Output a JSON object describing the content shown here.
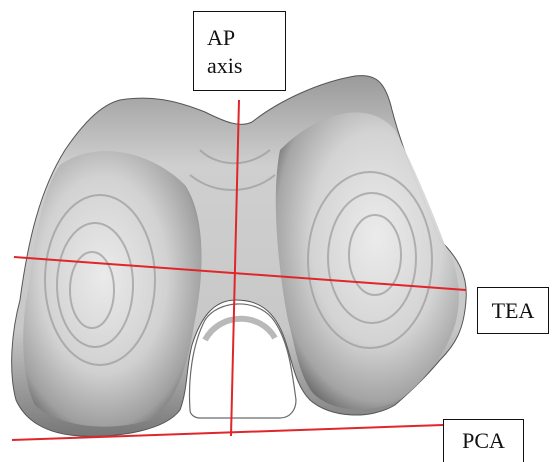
{
  "labels": {
    "ap_axis_line1": "AP",
    "ap_axis_line2": "axis",
    "tea": "TEA",
    "pca": "PCA"
  },
  "colors": {
    "axis_line": "#e0262a",
    "bone_light": "#e2e2e2",
    "bone_shadow": "#6e6e6e",
    "box_border": "#111111"
  }
}
